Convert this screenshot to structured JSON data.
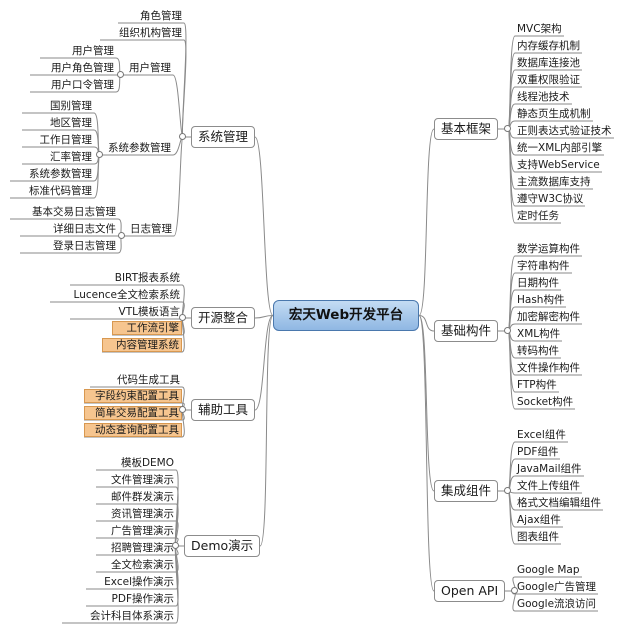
{
  "root": {
    "label": "宏天Web开发平台"
  },
  "right": [
    {
      "label": "基本框架",
      "children": [
        "MVC架构",
        "内存缓存机制",
        "数据库连接池",
        "双重权限验证",
        "线程池技术",
        "静态页生成机制",
        "正则表达式验证技术",
        "统一XML内部引擎",
        "支持WebService",
        "主流数据库支持",
        "遵守W3C协议",
        "定时任务"
      ]
    },
    {
      "label": "基础构件",
      "children": [
        "数学运算构件",
        "字符串构件",
        "日期构件",
        "Hash构件",
        "加密解密构件",
        "XML构件",
        "转码构件",
        "文件操作构件",
        "FTP构件",
        "Socket构件"
      ]
    },
    {
      "label": "集成组件",
      "children": [
        "Excel组件",
        "PDF组件",
        "JavaMail组件",
        "文件上传组件",
        "格式文档编辑组件",
        "Ajax组件",
        "图表组件"
      ]
    },
    {
      "label": "Open API",
      "children": [
        "Google Map",
        "Google广告管理",
        "Google流浪访问"
      ]
    }
  ],
  "left": [
    {
      "label": "系统管理",
      "groups": [
        {
          "label": "",
          "children": [
            "角色管理",
            "组织机构管理"
          ]
        },
        {
          "label": "用户管理",
          "children": [
            "用户管理",
            "用户角色管理",
            "用户口令管理"
          ]
        },
        {
          "label": "系统参数管理",
          "children": [
            "国别管理",
            "地区管理",
            "工作日管理",
            "汇率管理",
            "系统参数管理",
            "标准代码管理"
          ]
        },
        {
          "label": "日志管理",
          "children": [
            "基本交易日志管理",
            "详细日志文件",
            "登录日志管理"
          ]
        }
      ]
    },
    {
      "label": "开源整合",
      "children": [
        "BIRT报表系统",
        "Lucence全文检索系统",
        "VTL模板语言",
        "工作流引擎",
        "内容管理系统"
      ],
      "highlight": [
        3,
        4
      ]
    },
    {
      "label": "辅助工具",
      "children": [
        "代码生成工具",
        "字段约束配置工具",
        "简单交易配置工具",
        "动态查询配置工具"
      ],
      "highlight": [
        1,
        2,
        3
      ]
    },
    {
      "label": "Demo演示",
      "children": [
        "模板DEMO",
        "文件管理演示",
        "邮件群发演示",
        "资讯管理演示",
        "广告管理演示",
        "招聘管理演示",
        "全文检索演示",
        "Excel操作演示",
        "PDF操作演示",
        "会计科目体系演示"
      ]
    }
  ],
  "colors": {
    "root_fill": "#a9c9ec",
    "highlight": "#f6c58f",
    "line": "#8a8a8a"
  }
}
